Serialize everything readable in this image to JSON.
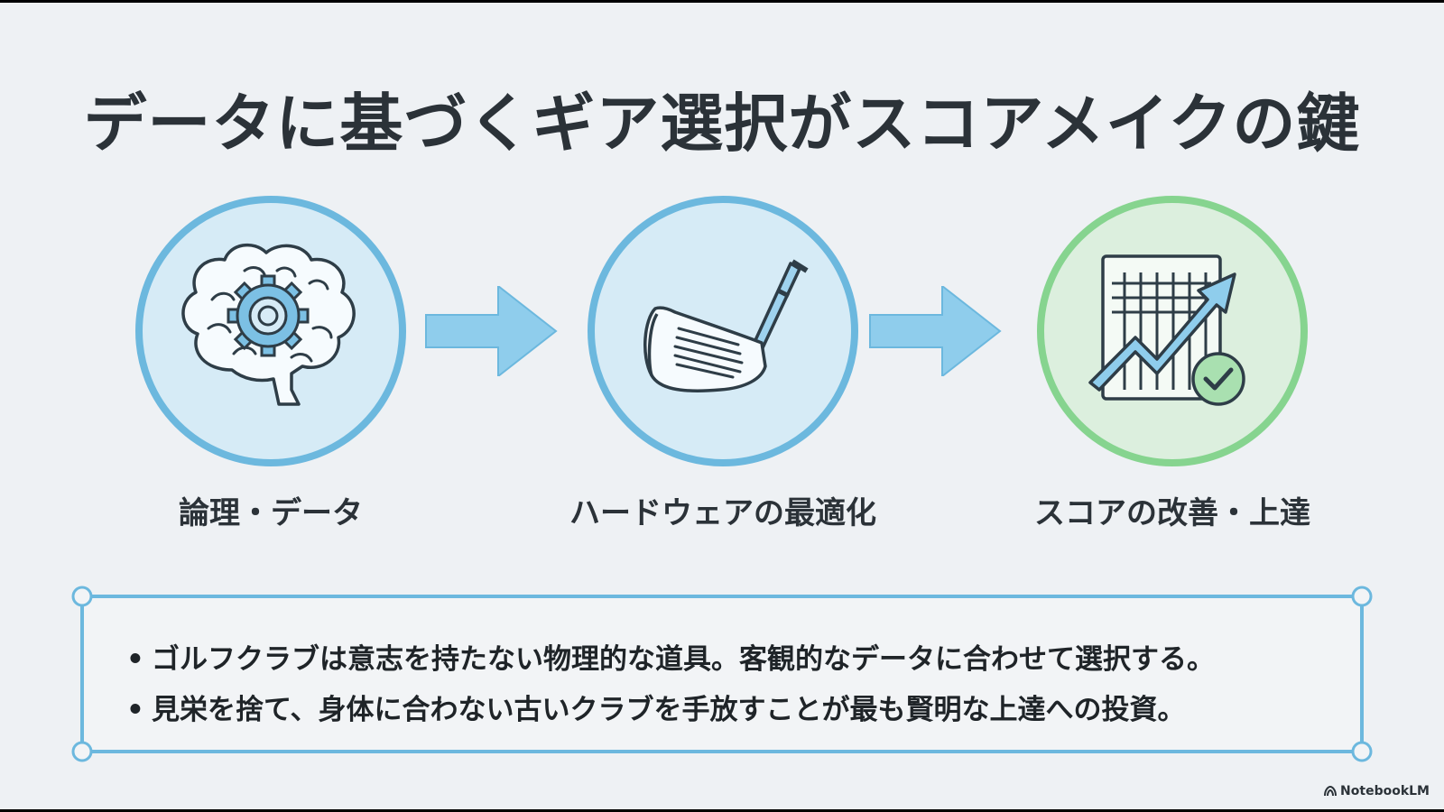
{
  "title": "データに基づくギア選択がスコアメイクの鍵",
  "steps": [
    {
      "label": "論理・データ",
      "icon": "brain-gear-icon"
    },
    {
      "label": "ハードウェアの最適化",
      "icon": "golf-club-icon"
    },
    {
      "label": "スコアの改善・上達",
      "icon": "chart-check-icon"
    }
  ],
  "notes": [
    "ゴルフクラブは意志を持たない物理的な道具。客観的なデータに合わせて選択する。",
    "見栄を捨て、身体に合わない古いクラブを手放すことが最も賢明な上達への投資。"
  ],
  "brand": "NotebookLM",
  "colors": {
    "background": "#eef1f4",
    "blue_ring": "#6cb8de",
    "blue_fill": "#d6ebf6",
    "green_ring": "#86d48f",
    "green_fill": "#dcefde",
    "arrow": "#8fcdec",
    "text": "#2b3238"
  }
}
